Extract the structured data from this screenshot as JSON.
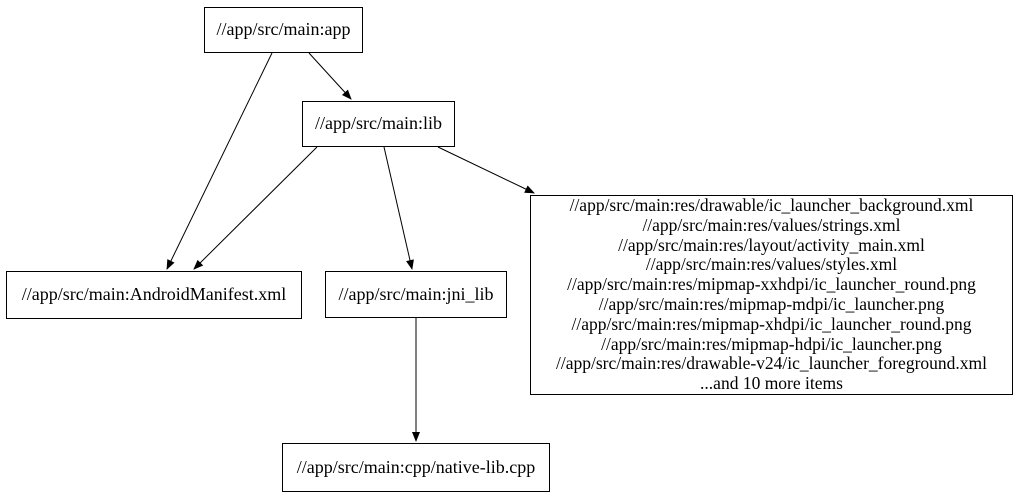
{
  "diagram": {
    "type": "dependency-graph",
    "background_color": "#ffffff",
    "node_fill_color": "#ffffff",
    "node_border_color": "#000000",
    "text_color": "#000000",
    "edge_color": "#000000",
    "nodes": {
      "app": {
        "label": "//app/src/main:app"
      },
      "lib": {
        "label": "//app/src/main:lib"
      },
      "manifest": {
        "label": "//app/src/main:AndroidManifest.xml"
      },
      "jni_lib": {
        "label": "//app/src/main:jni_lib"
      },
      "cpp": {
        "label": "//app/src/main:cpp/native-lib.cpp"
      },
      "res_group": {
        "lines": [
          "//app/src/main:res/drawable/ic_launcher_background.xml",
          "//app/src/main:res/values/strings.xml",
          "//app/src/main:res/layout/activity_main.xml",
          "//app/src/main:res/values/styles.xml",
          "//app/src/main:res/mipmap-xxhdpi/ic_launcher_round.png",
          "//app/src/main:res/mipmap-mdpi/ic_launcher.png",
          "//app/src/main:res/mipmap-xhdpi/ic_launcher_round.png",
          "//app/src/main:res/mipmap-hdpi/ic_launcher.png",
          "//app/src/main:res/drawable-v24/ic_launcher_foreground.xml",
          "...and 10 more items"
        ]
      }
    },
    "edges": [
      {
        "from": "app",
        "to": "lib"
      },
      {
        "from": "app",
        "to": "manifest"
      },
      {
        "from": "lib",
        "to": "manifest"
      },
      {
        "from": "lib",
        "to": "jni_lib"
      },
      {
        "from": "lib",
        "to": "res_group"
      },
      {
        "from": "jni_lib",
        "to": "cpp"
      }
    ]
  }
}
